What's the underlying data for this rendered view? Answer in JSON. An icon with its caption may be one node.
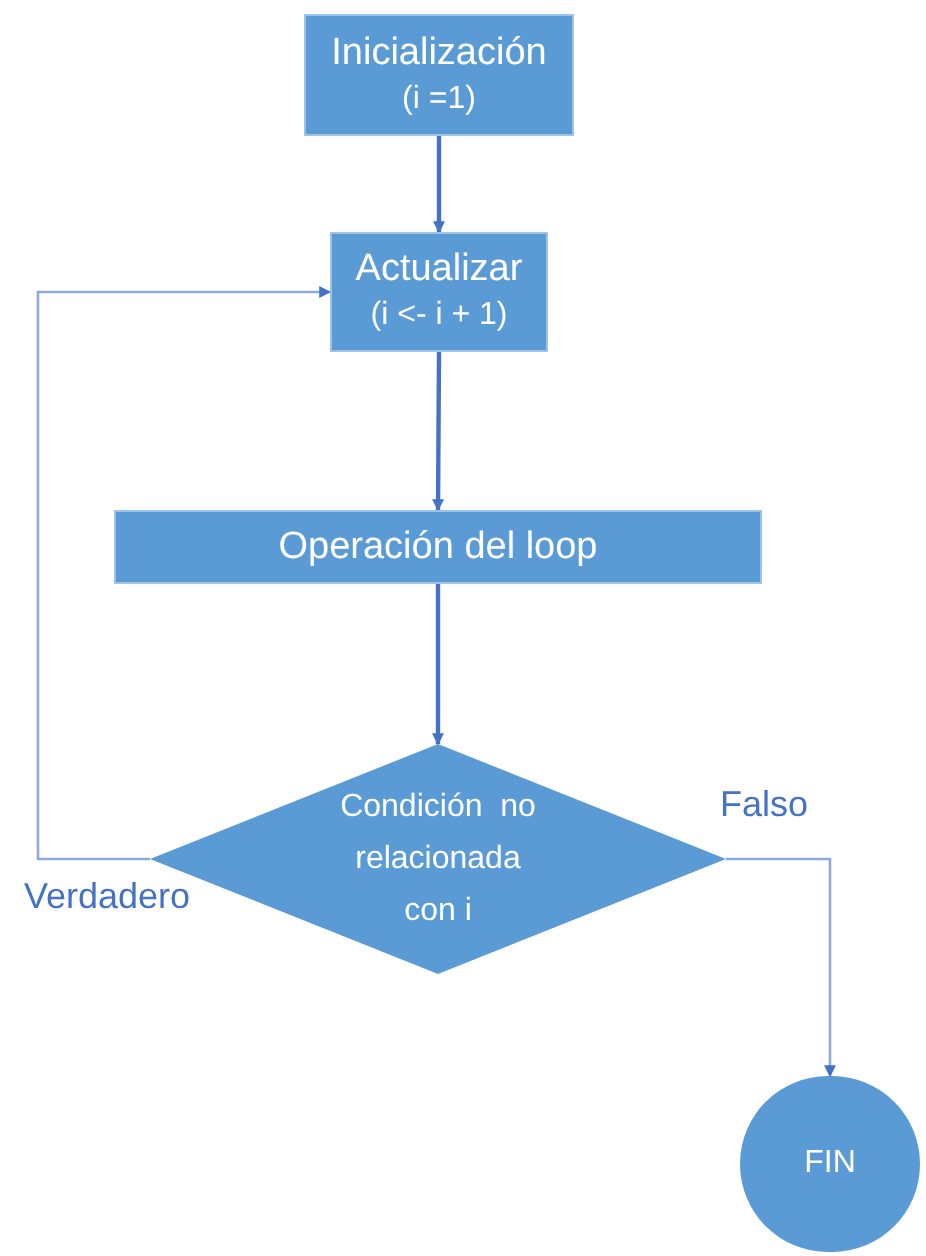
{
  "diagram": {
    "nodes": [
      {
        "text": [
          "Inicialización",
          "(i =1)"
        ]
      },
      {
        "text": [
          "Actualizar",
          "(i <- i + 1)"
        ]
      },
      {
        "text": [
          "Operación del loop"
        ]
      },
      {
        "text": [
          "Condición  no relacionada con i"
        ]
      },
      {
        "text": [
          "FIN"
        ]
      }
    ],
    "edges": [
      {
        "from": 0,
        "to": 1,
        "arrow": "to"
      },
      {
        "from": 1,
        "to": 2,
        "arrow": "to"
      },
      {
        "from": 2,
        "to": 3,
        "arrow": "to"
      },
      {
        "from": 3,
        "to": 1,
        "arrow": "to",
        "label": "Verdadero",
        "color": "#8eaadb"
      },
      {
        "from": 3,
        "to": 4,
        "arrow": "to",
        "label": "Falso",
        "color": "#8eaadb"
      }
    ]
  }
}
